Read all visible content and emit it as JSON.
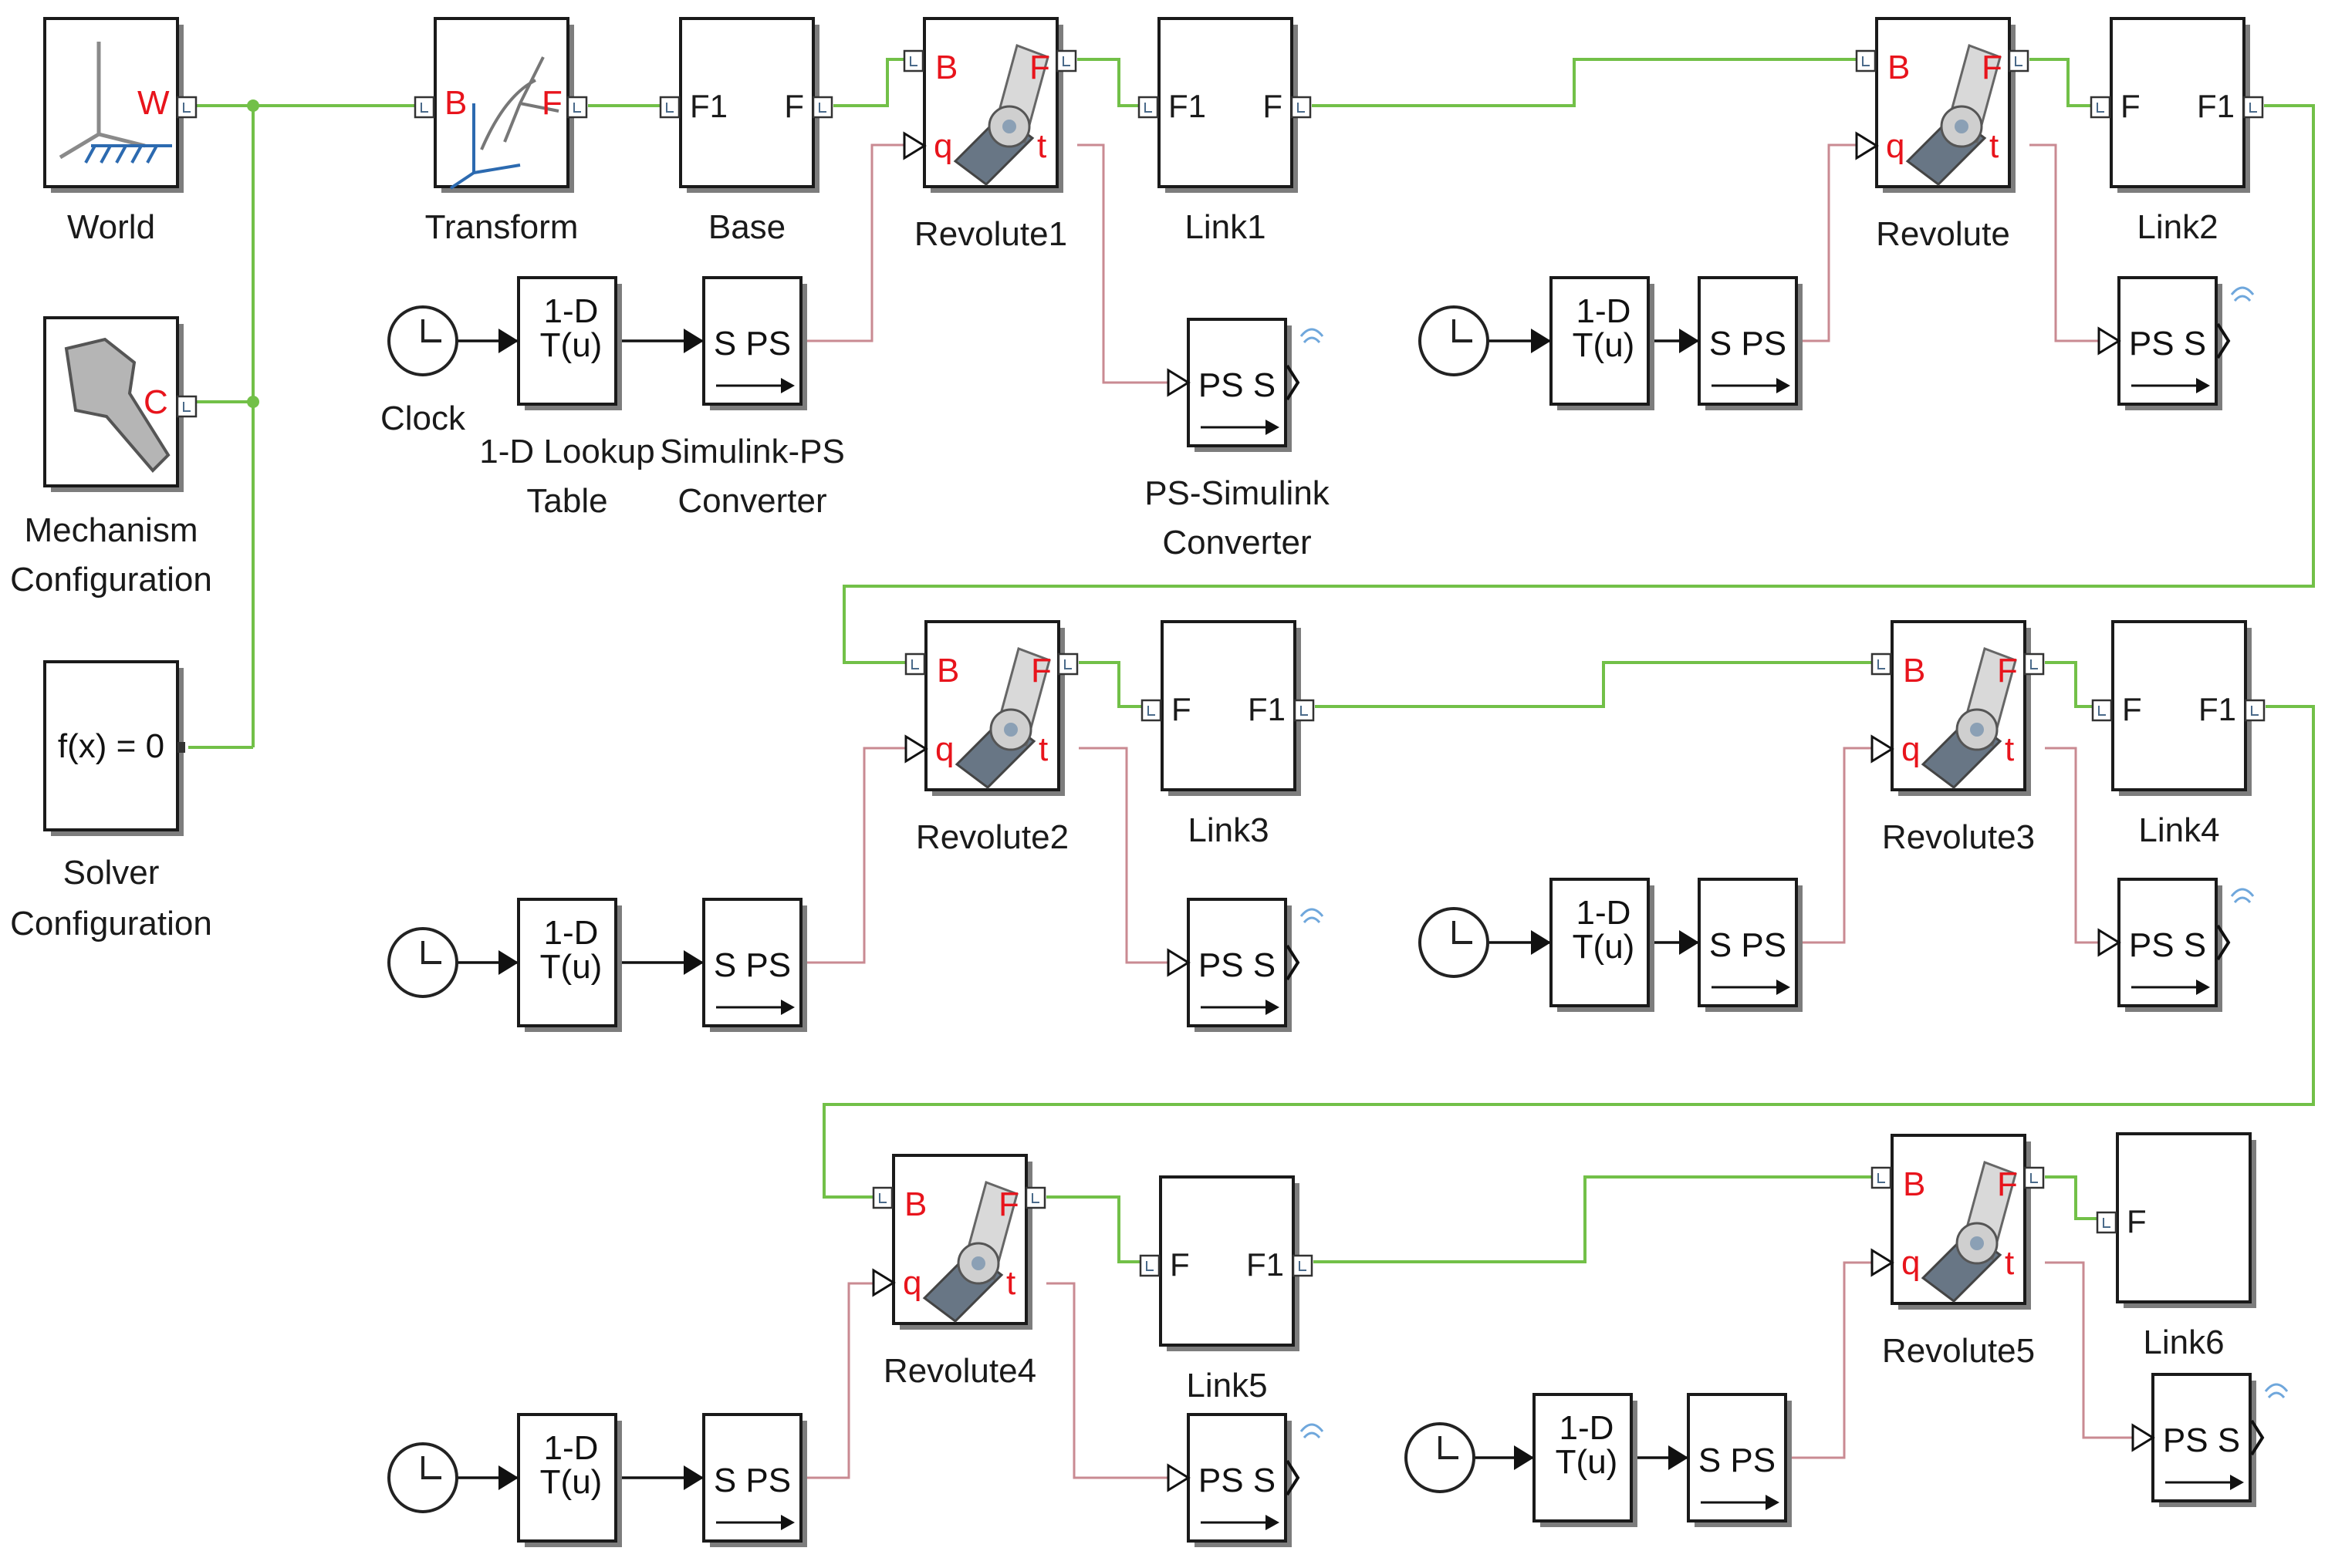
{
  "diagram": {
    "blocks": {
      "world": {
        "label": "World",
        "port_W": "W"
      },
      "mechanism": {
        "label_line1": "Mechanism",
        "label_line2": "Configuration",
        "port_C": "C"
      },
      "solver": {
        "label_line1": "Solver",
        "label_line2": "Configuration",
        "formula": "f(x) = 0"
      },
      "transform": {
        "label": "Transform",
        "port_B": "B",
        "port_F": "F"
      },
      "base": {
        "label": "Base",
        "port_in": "F1",
        "port_out": "F"
      },
      "revolute1": {
        "label": "Revolute1"
      },
      "link1": {
        "label": "Link1",
        "port_in": "F1",
        "port_out": "F"
      },
      "revolute": {
        "label": "Revolute"
      },
      "link2": {
        "label": "Link2",
        "port_in": "F",
        "port_out": "F1"
      },
      "revolute2": {
        "label": "Revolute2"
      },
      "link3": {
        "label": "Link3",
        "port_in": "F",
        "port_out": "F1"
      },
      "revolute3": {
        "label": "Revolute3"
      },
      "link4": {
        "label": "Link4",
        "port_in": "F",
        "port_out": "F1"
      },
      "revolute4": {
        "label": "Revolute4"
      },
      "link5": {
        "label": "Link5",
        "port_in": "F",
        "port_out": "F1"
      },
      "revolute5": {
        "label": "Revolute5"
      },
      "link6": {
        "label": "Link6",
        "port_in": "F"
      }
    },
    "joint_ports": {
      "B": "B",
      "F": "F",
      "q": "q",
      "t": "t"
    },
    "clock_label": "Clock",
    "lookup": {
      "line1": "1-D",
      "line2": "T(u)",
      "label_line1": "1-D Lookup",
      "label_line2": "Table"
    },
    "s2ps": {
      "text": "S PS",
      "label_line1": "Simulink-PS",
      "label_line2": "Converter"
    },
    "ps2s": {
      "text": "PS S",
      "label_line1": "PS-Simulink",
      "label_line2": "Converter"
    }
  }
}
